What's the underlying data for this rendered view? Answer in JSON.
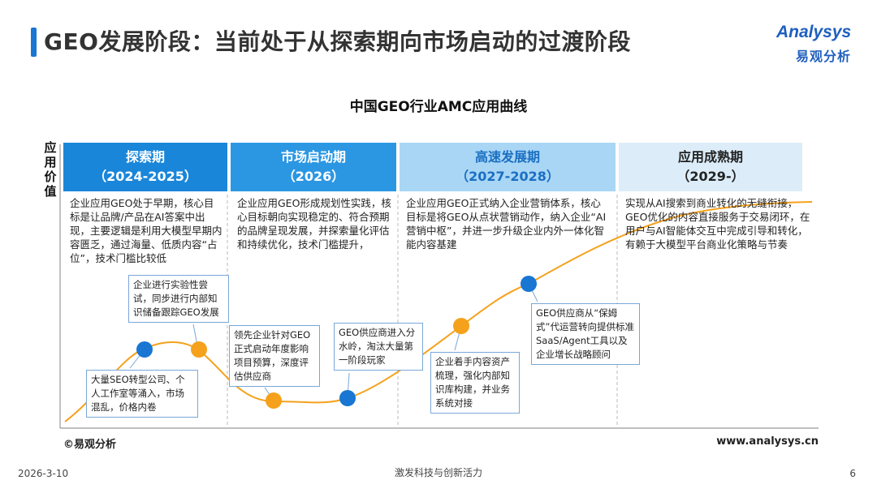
{
  "page_title": "GEO发展阶段：当前处于从探索期向市场启动的过渡阶段",
  "logo": {
    "en": "Analysys",
    "cn": "易观分析"
  },
  "chart_title": "中国GEO行业AMC应用曲线",
  "y_axis_label": "应用价值",
  "phases": [
    {
      "name": "探索期",
      "years": "（2024-2025）",
      "color": "#1a86d9",
      "text_color": "#ffffff",
      "description": "企业应用GEO处于早期，核心目标是让品牌/产品在AI答案中出现，主要逻辑是利用大模型早期内容匮乏，通过海量、低质内容“占位”，技术门槛比较低"
    },
    {
      "name": "市场启动期",
      "years": "（2026）",
      "color": "#2b97e3",
      "text_color": "#ffffff",
      "description": "企业应用GEO形成规划性实践，核心目标朝向实现稳定的、符合预期的品牌呈现发展，并探索量化评估和持续优化，技术门槛提升，"
    },
    {
      "name": "高速发展期",
      "years": "（2027-2028）",
      "color": "#a9d6f5",
      "text_color": "#1a6fc2",
      "description": "企业应用GEO正式纳入企业营销体系，核心目标是将GEO从点状营销动作，纳入企业“AI营销中枢”，并进一步升级企业内外一体化智能内容基建"
    },
    {
      "name": "应用成熟期",
      "years": "（2029-）",
      "color": "#dcedf9",
      "text_color": "#222222",
      "description": "实现从AI搜索到商业转化的无缝衔接，GEO优化的内容直接服务于交易闭环，在用户与AI智能体交互中完成引导和转化，有赖于大模型平台商业化策略与节奏"
    }
  ],
  "annotations": [
    {
      "id": "a1",
      "text": "大量SEO转型公司、个人工作室等涌入，市场混乱，价格内卷",
      "point_color": "#1976d2"
    },
    {
      "id": "a2",
      "text": "企业进行实验性尝试，同步进行内部知识储备跟踪GEO发展",
      "point_color": "#f5a11c"
    },
    {
      "id": "a3",
      "text": "领先企业针对GEO正式启动年度影响项目预算，深度评估供应商",
      "point_color": "#f5a11c"
    },
    {
      "id": "a4",
      "text": "GEO供应商进入分水岭，淘汰大量第一阶段玩家",
      "point_color": "#1976d2"
    },
    {
      "id": "a5",
      "text": "企业着手内容资产梳理，强化内部知识库构建，并业务系统对接",
      "point_color": "#f5a11c"
    },
    {
      "id": "a6",
      "text": "GEO供应商从“保姆式”代运营转向提供标准SaaS/Agent工具以及企业增长战略顾问",
      "point_color": "#1976d2"
    }
  ],
  "colors": {
    "curve": "#f5a11c",
    "blue_point": "#1976d2",
    "orange_point": "#f5a11c",
    "axis": "#999999",
    "divider": "#b8b8b8"
  },
  "source": "©易观分析",
  "website": "www.analysys.cn",
  "footer": {
    "date": "2026-3-10",
    "slogan": "激发科技与创新活力",
    "page": "6"
  }
}
